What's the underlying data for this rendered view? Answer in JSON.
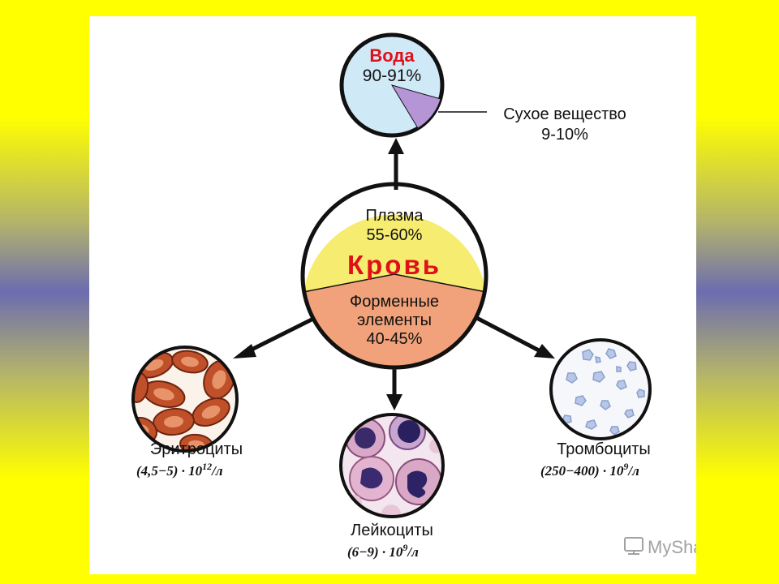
{
  "diagram": {
    "water": {
      "title": "Вода",
      "percent": "90-91%"
    },
    "dry_matter": {
      "label": "Сухое вещество",
      "percent": "9-10%"
    },
    "center": {
      "plasma_label": "Плазма",
      "plasma_percent": "55-60%",
      "title": "Кровь",
      "formed_line1": "Форменные",
      "formed_line2": "элементы",
      "formed_percent": "40-45%"
    },
    "erythrocytes": {
      "label": "Эритроциты",
      "formula": "(4,5−5) · 10",
      "exp": "12",
      "unit": "/л"
    },
    "leukocytes": {
      "label": "Лейкоциты",
      "formula": "(6−9) · 10",
      "exp": "9",
      "unit": "/л"
    },
    "thrombocytes": {
      "label": "Тромбоциты",
      "formula": "(250−400) · 10",
      "exp": "9",
      "unit": "/л"
    }
  },
  "watermark": {
    "text": "MyShared"
  },
  "colors": {
    "frame_yellow": "#ffff00",
    "water_fill": "#cfe9f6",
    "dry_fill": "#b695d6",
    "plasma_fill": "#f6ec70",
    "formed_fill": "#f2a27a",
    "title_red": "#e0101a"
  }
}
